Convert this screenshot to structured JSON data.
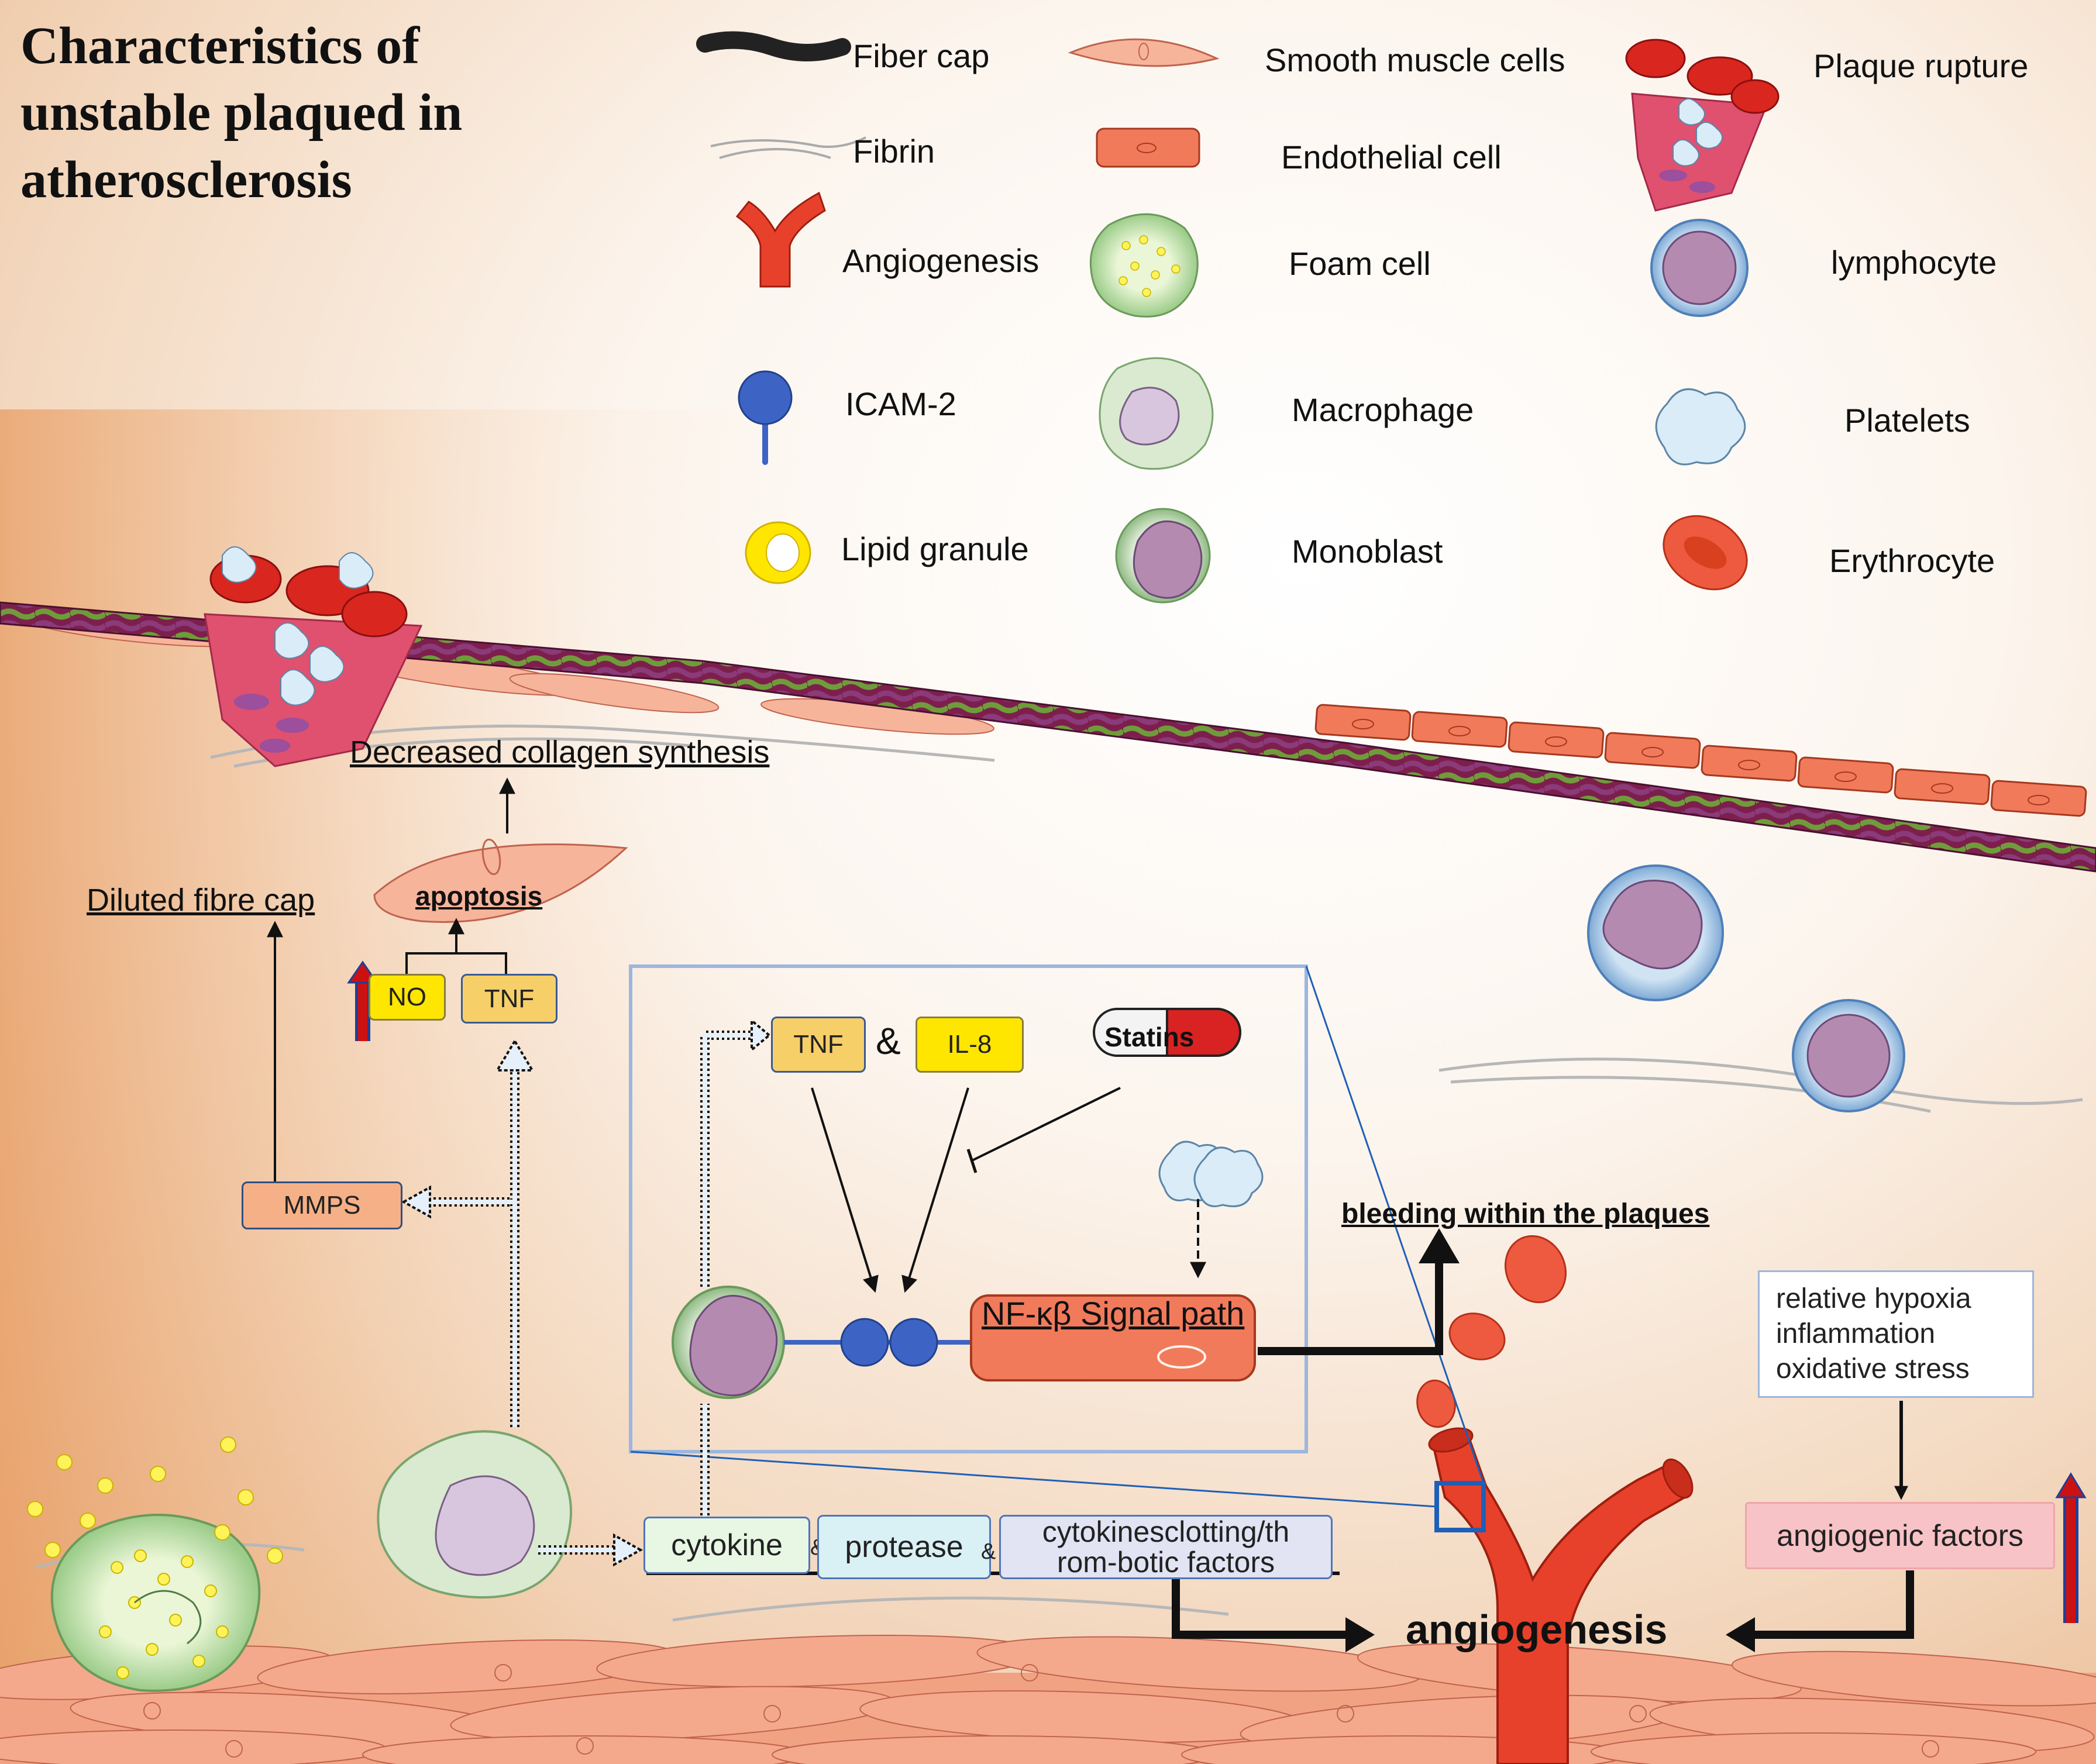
{
  "title": "Characteristics of unstable plaqued in atherosclerosis",
  "legend": {
    "fiber_cap": "Fiber cap",
    "fibrin": "Fibrin",
    "angiogenesis": "Angiogenesis",
    "icam2": "ICAM-2",
    "lipid_granule": "Lipid granule",
    "smooth_muscle": "Smooth muscle cells",
    "endothelial": "Endothelial cell",
    "foam_cell": "Foam cell",
    "macrophage": "Macrophage",
    "monoblast": "Monoblast",
    "plaque_rupture": "Plaque rupture",
    "lymphocyte": "lymphocyte",
    "platelets": "Platelets",
    "erythrocyte": "Erythrocyte"
  },
  "labels": {
    "decreased_collagen": "Decreased collagen synthesis",
    "diluted_cap": "Diluted fibre cap",
    "apoptosis": "apoptosis",
    "no": "NO",
    "tnf_left": "TNF",
    "mmps": "MMPS",
    "tnf_inset": "TNF",
    "amp_inset": "&",
    "il8": "IL-8",
    "statins": "Statins",
    "nfkb": "NF-κβ Signal path",
    "bleeding": "bleeding within the plaques",
    "stress": "relative hypoxia\ninflammation\noxidative stress",
    "angiogenic_factors": "angiogenic factors",
    "cytokine": "cytokine",
    "amp_small": "&",
    "protease": "protease",
    "clotting": "cytokinesclotting/th rom-botic factors",
    "angiogenesis_main": "angiogenesis"
  },
  "colors": {
    "vessel_red": "#e8412b",
    "smooth_muscle": "#f4a98c",
    "arrow_up": "#cc1111",
    "inset_border": "#9db6dd",
    "icam_blue": "#3d64c4"
  }
}
